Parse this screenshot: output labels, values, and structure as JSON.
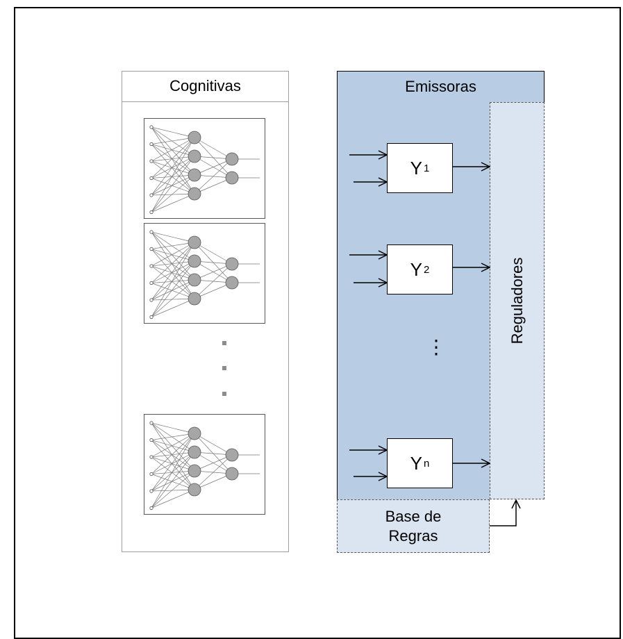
{
  "cognitive": {
    "title": "Cognitivas"
  },
  "emitters": {
    "title": "Emissoras",
    "units": [
      {
        "base": "Y",
        "sub": "1"
      },
      {
        "base": "Y",
        "sub": "2"
      },
      {
        "base": "Y",
        "sub": "n"
      }
    ],
    "ellipsis": "⋮"
  },
  "regulators": {
    "title": "Reguladores"
  },
  "rule_base": {
    "title": "Base de Regras"
  },
  "colors": {
    "emitters_fill": "#b8cce4",
    "regulators_fill": "#dbe5f1"
  }
}
